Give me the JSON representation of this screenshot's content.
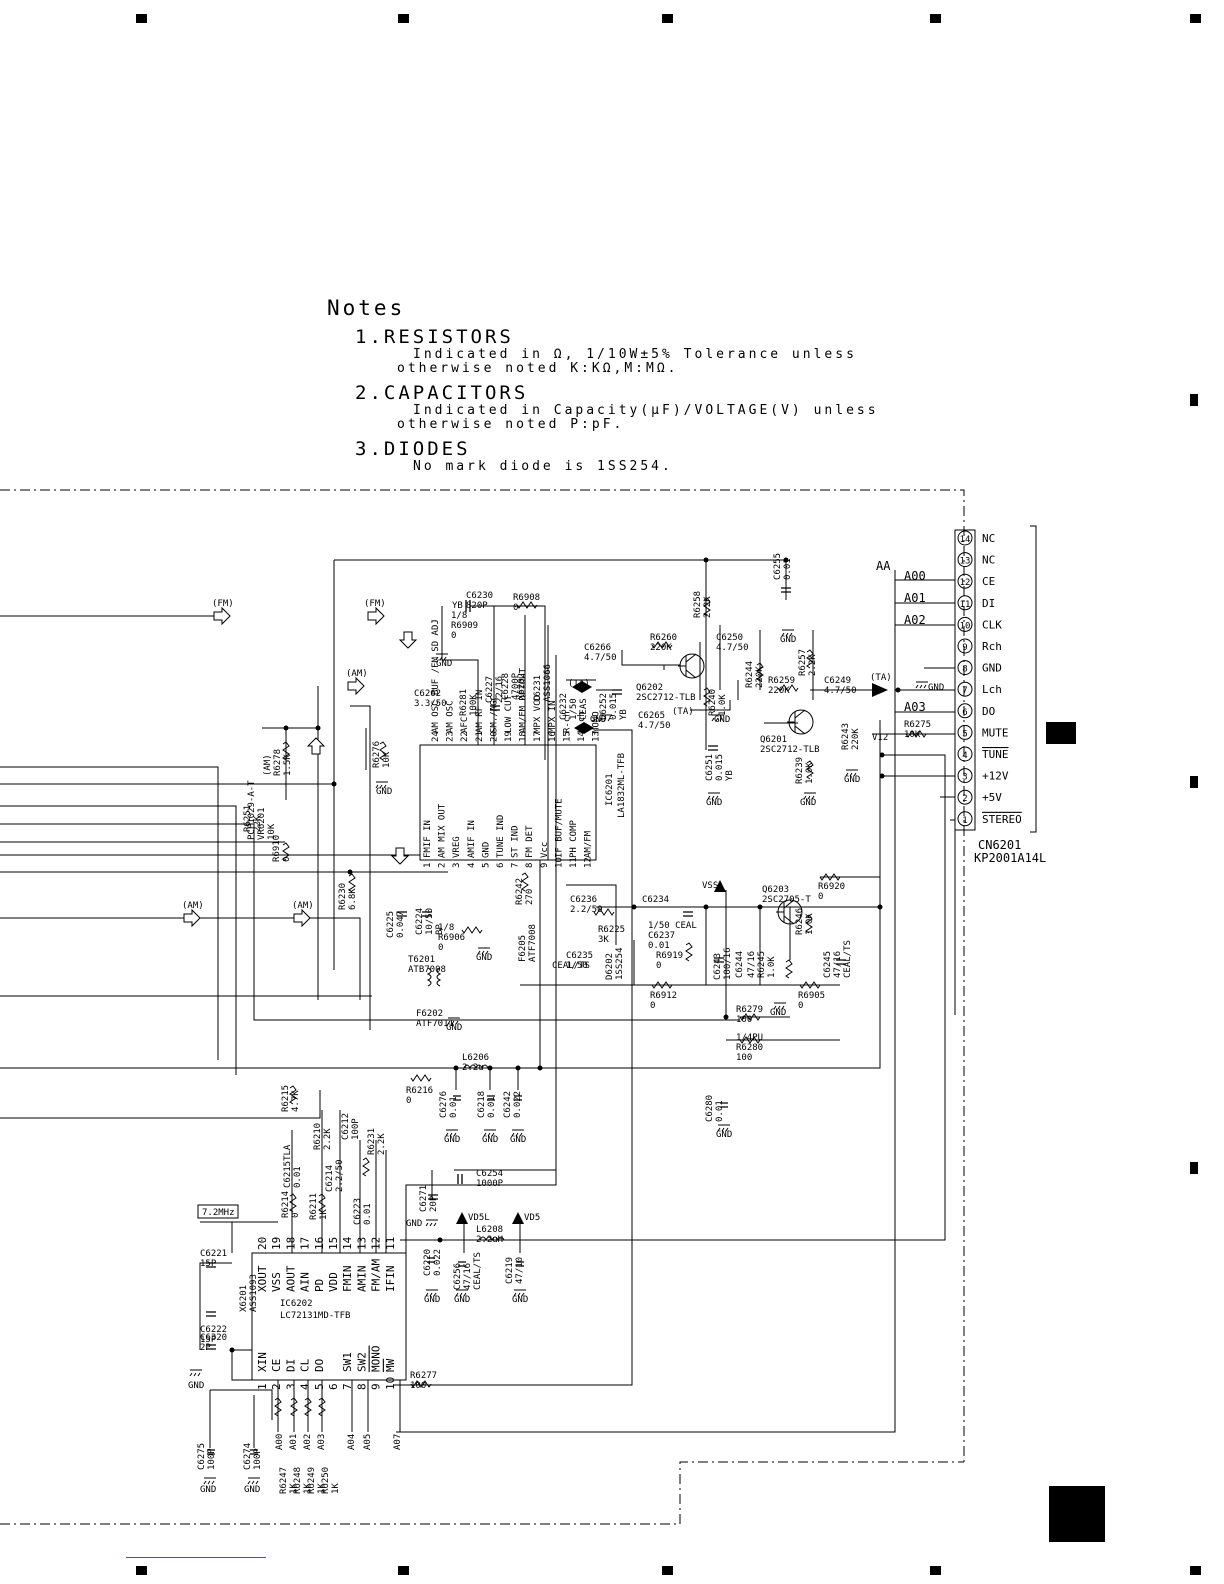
{
  "notes": {
    "title": "Notes",
    "resistors": {
      "heading": "1.RESISTORS",
      "line1": "Indicated in Ω, 1/10W±5% Tolerance unless",
      "line2": "otherwise noted K:KΩ,M:MΩ."
    },
    "capacitors": {
      "heading": "2.CAPACITORS",
      "line1": "Indicated in Capacity(μF)/VOLTAGE(V) unless",
      "line2": "otherwise noted P:pF."
    },
    "diodes": {
      "heading": "3.DIODES",
      "line1": "No mark diode is 1SS254."
    }
  },
  "connector": {
    "ref": "CN6201",
    "part": "KP2001A14L",
    "bus_label": "AA",
    "pins": [
      {
        "num": "14",
        "name": "NC"
      },
      {
        "num": "13",
        "name": "NC"
      },
      {
        "num": "12",
        "name": "CE",
        "net": "A00"
      },
      {
        "num": "11",
        "name": "DI",
        "net": "A01"
      },
      {
        "num": "10",
        "name": "CLK",
        "net": "A02"
      },
      {
        "num": "9",
        "name": "Rch"
      },
      {
        "num": "8",
        "name": "GND"
      },
      {
        "num": "7",
        "name": "Lch"
      },
      {
        "num": "6",
        "name": "DO",
        "net": "A03"
      },
      {
        "num": "5",
        "name": "MUTE"
      },
      {
        "num": "4",
        "name": "TUNE"
      },
      {
        "num": "3",
        "name": "+12V"
      },
      {
        "num": "2",
        "name": "+5V"
      },
      {
        "num": "1",
        "name": "STEREO"
      }
    ]
  },
  "ic6201": {
    "ref": "IC6201",
    "part": "LA1832ML-TFB",
    "pins_top": [
      {
        "num": "24",
        "name": "AM OSC BUF /FM SD ADJ"
      },
      {
        "num": "23",
        "name": "AM OSC"
      },
      {
        "num": "22",
        "name": "AFC"
      },
      {
        "num": "21",
        "name": "AM RF IN"
      },
      {
        "num": "20",
        "name": "SM./AGC"
      },
      {
        "num": "19",
        "name": "LOW CUT"
      },
      {
        "num": "18",
        "name": "AM/FM DETOUT"
      },
      {
        "num": "17",
        "name": "MPX VCO"
      },
      {
        "num": "16",
        "name": "MPX IN"
      },
      {
        "num": "15",
        "name": "R-ch"
      },
      {
        "num": "14",
        "name": "L-ch"
      },
      {
        "num": "13",
        "name": "MONO"
      }
    ],
    "pins_bottom": [
      {
        "num": "1",
        "name": "FMIF IN"
      },
      {
        "num": "2",
        "name": "AM MIX OUT"
      },
      {
        "num": "3",
        "name": "VREG"
      },
      {
        "num": "4",
        "name": "AMIF IN"
      },
      {
        "num": "5",
        "name": "GND"
      },
      {
        "num": "6",
        "name": "TUNE IND"
      },
      {
        "num": "7",
        "name": "ST IND"
      },
      {
        "num": "8",
        "name": "FM DET"
      },
      {
        "num": "9",
        "name": "Vcc"
      },
      {
        "num": "10",
        "name": "IF BUF/MUTE"
      },
      {
        "num": "11",
        "name": "PH COMP"
      },
      {
        "num": "12",
        "name": "AM/FM"
      }
    ]
  },
  "ic6202": {
    "ref": "IC6202",
    "part": "LC72131MD-TFB",
    "pins_top": [
      {
        "num": "20",
        "name": "XOUT"
      },
      {
        "num": "19",
        "name": "VSS"
      },
      {
        "num": "18",
        "name": "AOUT"
      },
      {
        "num": "17",
        "name": "AIN"
      },
      {
        "num": "16",
        "name": "PD"
      },
      {
        "num": "15",
        "name": "VDD"
      },
      {
        "num": "14",
        "name": "FMIN"
      },
      {
        "num": "13",
        "name": "AMIN"
      },
      {
        "num": "12",
        "name": "FM/AM"
      },
      {
        "num": "11",
        "name": "IFIN"
      }
    ],
    "pins_bottom": [
      {
        "num": "1",
        "name": "XIN"
      },
      {
        "num": "2",
        "name": "CE"
      },
      {
        "num": "3",
        "name": "DI"
      },
      {
        "num": "4",
        "name": "CL"
      },
      {
        "num": "5",
        "name": "DO"
      },
      {
        "num": "6",
        "name": ""
      },
      {
        "num": "7",
        "name": "SW1"
      },
      {
        "num": "8",
        "name": "SW2"
      },
      {
        "num": "9",
        "name": "MONO"
      },
      {
        "num": "10",
        "name": "MW"
      }
    ],
    "bottom_nets": [
      "A00",
      "A01",
      "A02",
      "A03",
      "A04",
      "A05",
      "A07"
    ],
    "crystal_label": "7.2MHz"
  },
  "signal_labels": {
    "fm": "(FM)",
    "am": "(AM)",
    "ta": "(TA)",
    "gnd": "GND",
    "vss": "VSS",
    "vdsl": "VD5L",
    "vds": "VD5",
    "v12": "V12"
  },
  "parts": [
    {
      "ref": "C6230",
      "value": "820P",
      "tag": "YB"
    },
    {
      "ref": "R6908",
      "value": "0"
    },
    {
      "ref": "R6909",
      "value": "0",
      "extra": "1/8"
    },
    {
      "ref": "R6281",
      "value": "100K"
    },
    {
      "ref": "C6227",
      "value": "22/16"
    },
    {
      "ref": "C6228",
      "value": "4700P"
    },
    {
      "ref": "X6202",
      "value": ""
    },
    {
      "ref": "C6231",
      "value": "ASS1066"
    },
    {
      "ref": "C6262",
      "value": "3.3/50"
    },
    {
      "ref": "R6276",
      "value": "10K"
    },
    {
      "ref": "R6278",
      "value": "1.5K",
      "extra": "(AM)"
    },
    {
      "ref": "R6251",
      "value": "22K"
    },
    {
      "ref": "VR6201",
      "value": "10K",
      "extra": "PCP1029-A-T"
    },
    {
      "ref": "R6910",
      "value": "0"
    },
    {
      "ref": "R6230",
      "value": "6.8K"
    },
    {
      "ref": "C6225",
      "value": "0.047"
    },
    {
      "ref": "C6224",
      "value": "10/50",
      "tag": "BP"
    },
    {
      "ref": "R6906",
      "value": "0",
      "extra": "1/8"
    },
    {
      "ref": "T6201",
      "value": "ATB7008"
    },
    {
      "ref": "F6202",
      "value": "ATF7011"
    },
    {
      "ref": "F6205",
      "value": "ATF7008"
    },
    {
      "ref": "R6242",
      "value": "270"
    },
    {
      "ref": "C6232",
      "value": "1/50",
      "tag": "CEAS"
    },
    {
      "ref": "C6266",
      "value": "4.7/50"
    },
    {
      "ref": "C6252",
      "value": "0.015",
      "tag": "YB"
    },
    {
      "ref": "R6260",
      "value": "220K"
    },
    {
      "ref": "Q6202",
      "value": "2SC2712-TLB"
    },
    {
      "ref": "R6240",
      "value": "1.0K"
    },
    {
      "ref": "C6265",
      "value": "4.7/50"
    },
    {
      "ref": "C6251",
      "value": "0.015",
      "tag": "YB"
    },
    {
      "ref": "R6258",
      "value": "2.2K"
    },
    {
      "ref": "C6250",
      "value": "4.7/50"
    },
    {
      "ref": "C6255",
      "value": "0.01"
    },
    {
      "ref": "R6244",
      "value": "220K"
    },
    {
      "ref": "R6259",
      "value": "220K"
    },
    {
      "ref": "R6257",
      "value": "2.2K"
    },
    {
      "ref": "C6249",
      "value": "4.7/50"
    },
    {
      "ref": "Q6201",
      "value": "2SC2712-TLB"
    },
    {
      "ref": "R6239",
      "value": "1.0K"
    },
    {
      "ref": "R6243",
      "value": "220K"
    },
    {
      "ref": "R6275",
      "value": "10K"
    },
    {
      "ref": "C6236",
      "value": "2.2/50"
    },
    {
      "ref": "R6225",
      "value": "3K"
    },
    {
      "ref": "C6235",
      "value": "1/50",
      "tag": "CEAL/TS"
    },
    {
      "ref": "D6202",
      "value": "1SS254"
    },
    {
      "ref": "C6234",
      "value": ""
    },
    {
      "ref": "C6237",
      "value": "0.01",
      "extra": "1/50 CEAL"
    },
    {
      "ref": "R6919",
      "value": "0"
    },
    {
      "ref": "R6912",
      "value": "0"
    },
    {
      "ref": "C6243",
      "value": "100/16"
    },
    {
      "ref": "C6244",
      "value": ""
    },
    {
      "ref": "Q6203",
      "value": "2SC2705-T"
    },
    {
      "ref": "R6246",
      "value": "1.0K"
    },
    {
      "ref": "R6245",
      "value": "1.0K",
      "extra": "47/16"
    },
    {
      "ref": "R6920",
      "value": "0"
    },
    {
      "ref": "C6245",
      "value": "47/16",
      "tag": "CEAL/TS"
    },
    {
      "ref": "R6905",
      "value": "0"
    },
    {
      "ref": "R6279",
      "value": "100"
    },
    {
      "ref": "R6280",
      "value": "100",
      "extra": "1/4PU"
    },
    {
      "ref": "L6206",
      "value": "2.2u"
    },
    {
      "ref": "R6216",
      "value": "0"
    },
    {
      "ref": "C6276",
      "value": "0.01"
    },
    {
      "ref": "C6218",
      "value": "0.01"
    },
    {
      "ref": "C6242",
      "value": "0.022"
    },
    {
      "ref": "C6280",
      "value": "0.01"
    },
    {
      "ref": "R6215",
      "value": "4.7K"
    },
    {
      "ref": "C6215TLA",
      "value": "0.01"
    },
    {
      "ref": "R6210",
      "value": "2.2K"
    },
    {
      "ref": "C6212",
      "value": "100P"
    },
    {
      "ref": "C6214",
      "value": "2.2/50"
    },
    {
      "ref": "R6231",
      "value": "2.2K"
    },
    {
      "ref": "C6223",
      "value": "0.01"
    },
    {
      "ref": "R6214",
      "value": "0"
    },
    {
      "ref": "R6211",
      "value": "1K"
    },
    {
      "ref": "C6254",
      "value": "1000P"
    },
    {
      "ref": "C6271",
      "value": "20P"
    },
    {
      "ref": "L6208",
      "value": "2.2uH"
    },
    {
      "ref": "C6220",
      "value": "0.022"
    },
    {
      "ref": "C6256",
      "value": "47/16",
      "tag": "CEAL/TS"
    },
    {
      "ref": "C6219",
      "value": "47/10"
    },
    {
      "ref": "C6221",
      "value": "15P"
    },
    {
      "ref": "X6201",
      "value": "ASS1093"
    },
    {
      "ref": "C6222",
      "value": "15P"
    },
    {
      "ref": "C6320",
      "value": "2P"
    },
    {
      "ref": "R6277",
      "value": "100"
    },
    {
      "ref": "C6275",
      "value": "100P"
    },
    {
      "ref": "C6274",
      "value": "100P"
    },
    {
      "ref": "R6247",
      "value": "1K"
    },
    {
      "ref": "R6248",
      "value": "1K"
    },
    {
      "ref": "R6249",
      "value": "1K"
    },
    {
      "ref": "R6250",
      "value": "1K"
    }
  ]
}
